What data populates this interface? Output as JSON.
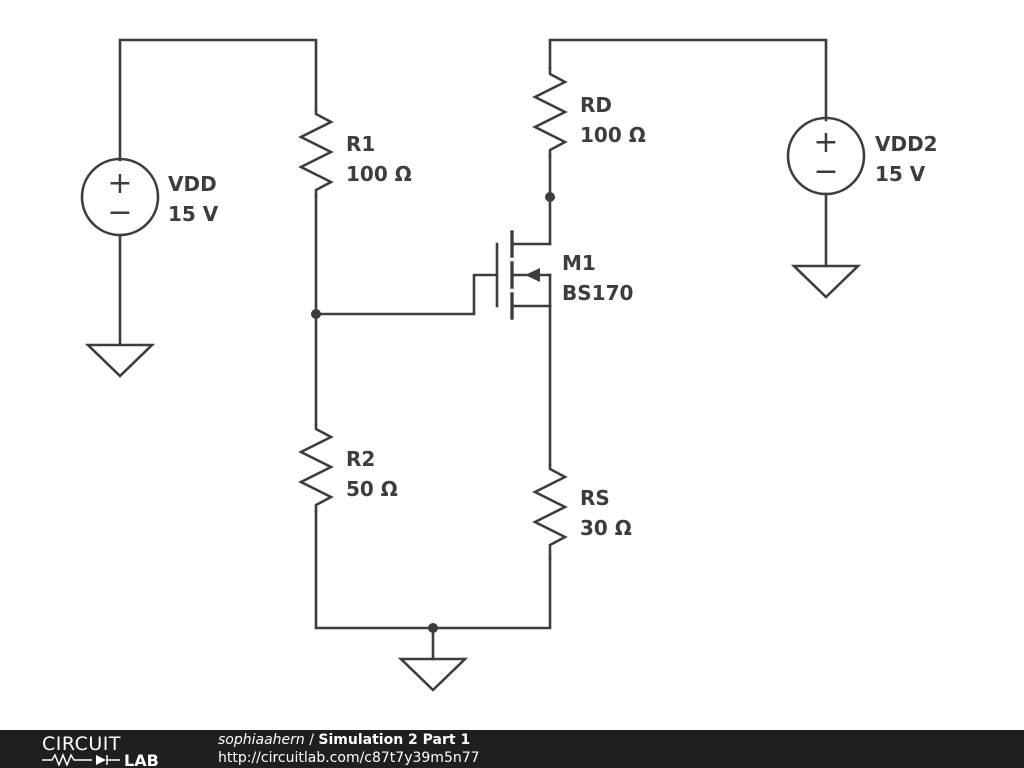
{
  "components": {
    "vdd": {
      "name": "VDD",
      "value": "15 V"
    },
    "vdd2": {
      "name": "VDD2",
      "value": "15 V"
    },
    "r1": {
      "name": "R1",
      "value": "100 Ω"
    },
    "r2": {
      "name": "R2",
      "value": "50 Ω"
    },
    "rd": {
      "name": "RD",
      "value": "100 Ω"
    },
    "rs": {
      "name": "RS",
      "value": "30 Ω"
    },
    "m1": {
      "name": "M1",
      "value": "BS170"
    }
  },
  "source_symbols": {
    "plus": "+",
    "minus": "−"
  },
  "footer": {
    "logo_top": "CIRCUIT",
    "logo_bottom": "LAB",
    "author": "sophiaahern",
    "separator": " / ",
    "title": "Simulation 2 Part 1",
    "url": "http://circuitlab.com/c87t7y39m5n77"
  }
}
